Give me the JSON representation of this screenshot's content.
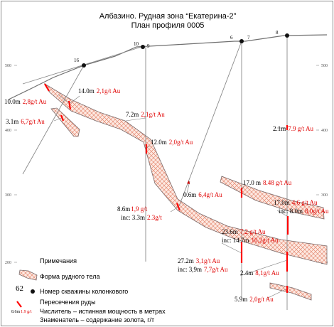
{
  "title": {
    "line1": "Албазино. Рудная зона “Екатерина-2”",
    "line2": "План профиля 0005"
  },
  "elevation_labels": [
    "500",
    "400",
    "300",
    "200"
  ],
  "drill_holes": [
    "16",
    "10",
    "9",
    "6",
    "7",
    "8"
  ],
  "intersections": {
    "i1": {
      "thickness": "10.0m",
      "grade": "2,8g/t Au"
    },
    "i2": {
      "thickness": "3.1m",
      "grade": "6,7g/t Au"
    },
    "i3": {
      "thickness": "14.0m",
      "grade": "2,1g/t Au"
    },
    "i4": {
      "thickness": "7.2m",
      "grade": "2,1g/t Au"
    },
    "i5": {
      "thickness": "12.0m",
      "grade": "2,0g/t Au"
    },
    "i6": {
      "thickness": "8.6m",
      "grade": "1,9 g/t"
    },
    "i6b": {
      "thickness": "inc: 3.3m",
      "grade": "2.3g/t"
    },
    "i7": {
      "thickness": "0.6m",
      "grade": "6,4g/t Au"
    },
    "i8": {
      "thickness": "2.1m",
      "grade": "7.9 g/t Au"
    },
    "i9": {
      "thickness": "17.0 m",
      "grade": "8.48 g/t Au"
    },
    "i10": {
      "thickness": "17.0m",
      "grade": "4,6 g/t Au"
    },
    "i10b": {
      "thickness": "inc: 8.0m",
      "grade": "8,0g/t Au"
    },
    "i11": {
      "thickness": "23.6m",
      "grade": "7,2 g/t Au"
    },
    "i11b": {
      "thickness": "inc: 14.7m",
      "grade": "10,2g/t Au"
    },
    "i12": {
      "thickness": "27.2m",
      "grade": "3,1g/t Au"
    },
    "i12b": {
      "thickness": "inc: 3,9m",
      "grade": "7,7g/t Au"
    },
    "i13": {
      "thickness": "2.4m",
      "grade": "8,1g/t Au"
    },
    "i14": {
      "thickness": "5.9m",
      "grade": "2,0g/t Au"
    }
  },
  "legend": {
    "title": "Примечания",
    "ore_body": "Форма рудного тела",
    "hole_number": "62",
    "hole_label": "Номер скважины колонкового",
    "intersection_label": "Пересечения руды",
    "sample_thickness": "8.6m",
    "sample_grade": "1.9 g/t",
    "numerator": "Числитель – истинная мощность в метрах",
    "denominator": "Знаменатель – содержание золота, г/т"
  },
  "colors": {
    "ore_hatch": "#e07a5f",
    "ore_fill": "#fbe4dc",
    "intersection": "#ff0000",
    "grade_text": "#e00000",
    "line": "#707070"
  }
}
